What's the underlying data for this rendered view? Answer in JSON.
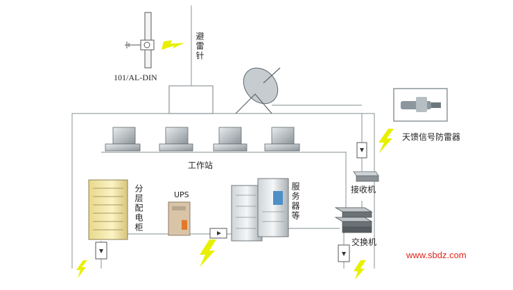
{
  "labels": {
    "rod_model": "101/AL-DIN",
    "lightning_rod": "避雷针",
    "feeder_arrester": "天馈信号防雷器",
    "workstation": "工作站",
    "distribution_cabinet": "分层配电柜",
    "ups": "UPS",
    "server": "服务器等",
    "receiver": "接收机",
    "switch": "交换机"
  },
  "watermark": "www.sbdz.com",
  "colors": {
    "wire": "#9aa3a8",
    "cabinet": "#f3e7a6",
    "lightning": "#e8f000",
    "url": "#e0241b"
  }
}
